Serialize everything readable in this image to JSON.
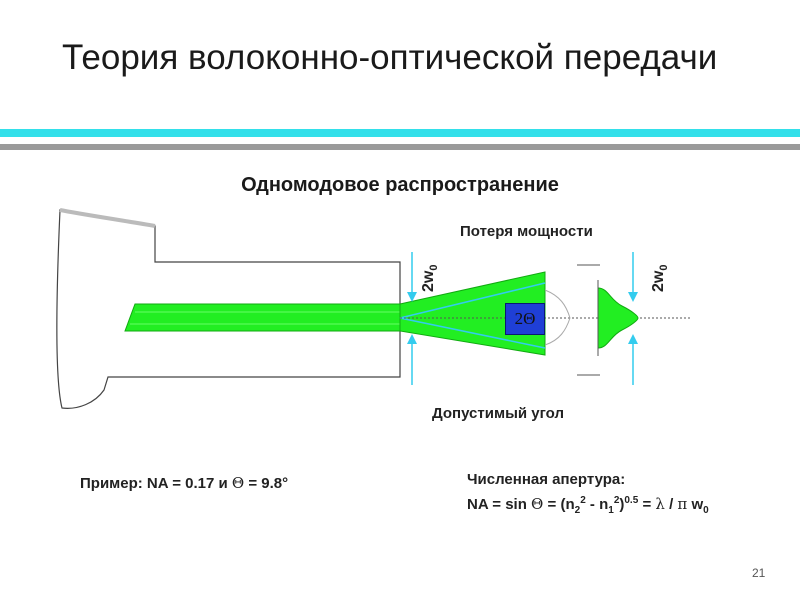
{
  "header": {
    "title": "Теория волоконно-оптической передачи"
  },
  "slide": {
    "subtitle": "Одномодовое распространение",
    "page_number": "21"
  },
  "diagram": {
    "power_loss_label": "Потеря мощности",
    "acceptance_angle_label": "Допустимый угол",
    "theta_box_label": "2Θ",
    "beam_width_label": "2w",
    "beam_width_subscript": "0",
    "colors": {
      "beam": "#22ee22",
      "beam_edge": "#11aa11",
      "arrow": "#33ccee",
      "theta_box": "#1f3fd6",
      "fiber_outline": "#444444"
    }
  },
  "example": {
    "prefix": "Пример: NA = 0.17 и ",
    "theta": "Θ",
    "suffix": " = 9.8°"
  },
  "numerical_aperture": {
    "heading": "Численная апертура:",
    "p1": "NA = sin ",
    "theta": "Θ",
    "p2": " = (n",
    "sub2": "2",
    "sup2": "2",
    "p3": " - n",
    "sub1": "1",
    "sup1": "2",
    "p4": ")",
    "exp": "0.5",
    "p5": " = ",
    "lambda": "λ",
    "p6": " / ",
    "pi": "π",
    "p7": " w",
    "sub0": "0"
  }
}
